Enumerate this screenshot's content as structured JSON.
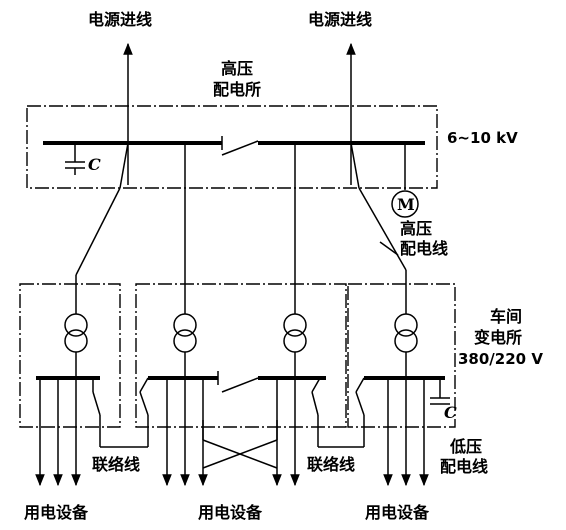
{
  "labels": {
    "power_in_left": "电源进线",
    "power_in_right": "电源进线",
    "hv_substation": [
      "高压",
      "配电所"
    ],
    "hv_voltage": "6~10 kV",
    "capacitor_hv": "C",
    "motor": "M",
    "hv_line": [
      "高压",
      "配电线"
    ],
    "workshop_substation": [
      "车间",
      "变电所",
      "380/220 V"
    ],
    "capacitor_lv": "C",
    "tie_line_left": "联络线",
    "tie_line_right": "联络线",
    "lv_line": [
      "低压",
      "配电线"
    ],
    "equipment": [
      "用电设备",
      "用电设备",
      "用电设备"
    ]
  }
}
